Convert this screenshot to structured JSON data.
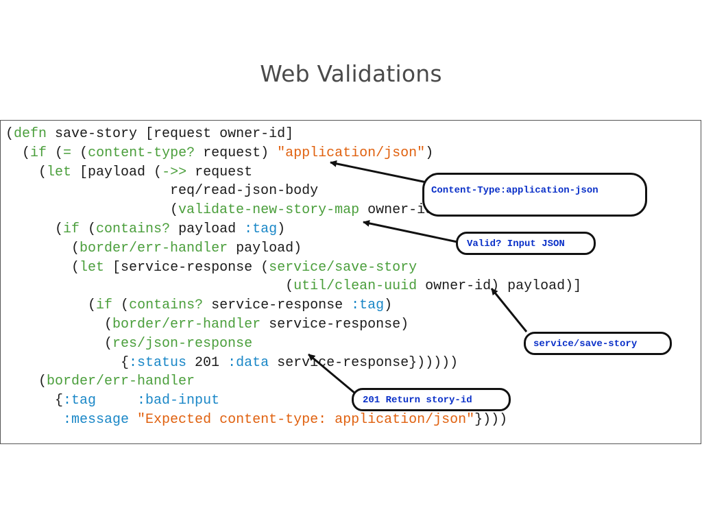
{
  "slide": {
    "title": "Web Validations"
  },
  "code": {
    "lines": [
      [
        {
          "t": "(",
          "k": "text"
        },
        {
          "t": "defn",
          "k": "fn"
        },
        {
          "t": " save-story [request owner-id]",
          "k": "text"
        }
      ],
      [
        {
          "t": "  (",
          "k": "text"
        },
        {
          "t": "if",
          "k": "fn"
        },
        {
          "t": " (",
          "k": "text"
        },
        {
          "t": "=",
          "k": "fn"
        },
        {
          "t": " (",
          "k": "text"
        },
        {
          "t": "content-type?",
          "k": "fn"
        },
        {
          "t": " request) ",
          "k": "text"
        },
        {
          "t": "\"application/json\"",
          "k": "str"
        },
        {
          "t": ")",
          "k": "text"
        }
      ],
      [
        {
          "t": "    (",
          "k": "text"
        },
        {
          "t": "let",
          "k": "fn"
        },
        {
          "t": " [payload (",
          "k": "text"
        },
        {
          "t": "->>",
          "k": "fn"
        },
        {
          "t": " request",
          "k": "text"
        }
      ],
      [
        {
          "t": "                    req/read-json-body",
          "k": "text"
        }
      ],
      [
        {
          "t": "                    (",
          "k": "text"
        },
        {
          "t": "validate-new-story-map",
          "k": "fn"
        },
        {
          "t": " owner-id))]",
          "k": "text"
        }
      ],
      [
        {
          "t": "      (",
          "k": "text"
        },
        {
          "t": "if",
          "k": "fn"
        },
        {
          "t": " (",
          "k": "text"
        },
        {
          "t": "contains?",
          "k": "fn"
        },
        {
          "t": " payload ",
          "k": "text"
        },
        {
          "t": ":tag",
          "k": "kw"
        },
        {
          "t": ")",
          "k": "text"
        }
      ],
      [
        {
          "t": "        (",
          "k": "text"
        },
        {
          "t": "border/err-handler",
          "k": "fn"
        },
        {
          "t": " payload)",
          "k": "text"
        }
      ],
      [
        {
          "t": "        (",
          "k": "text"
        },
        {
          "t": "let",
          "k": "fn"
        },
        {
          "t": " [service-response (",
          "k": "text"
        },
        {
          "t": "service/save-story",
          "k": "fn"
        }
      ],
      [
        {
          "t": "                                  (",
          "k": "text"
        },
        {
          "t": "util/clean-uuid",
          "k": "fn"
        },
        {
          "t": " owner-id) payload)]",
          "k": "text"
        }
      ],
      [
        {
          "t": "          (",
          "k": "text"
        },
        {
          "t": "if",
          "k": "fn"
        },
        {
          "t": " (",
          "k": "text"
        },
        {
          "t": "contains?",
          "k": "fn"
        },
        {
          "t": " service-response ",
          "k": "text"
        },
        {
          "t": ":tag",
          "k": "kw"
        },
        {
          "t": ")",
          "k": "text"
        }
      ],
      [
        {
          "t": "            (",
          "k": "text"
        },
        {
          "t": "border/err-handler",
          "k": "fn"
        },
        {
          "t": " service-response)",
          "k": "text"
        }
      ],
      [
        {
          "t": "            (",
          "k": "text"
        },
        {
          "t": "res/json-response",
          "k": "fn"
        }
      ],
      [
        {
          "t": "              {",
          "k": "text"
        },
        {
          "t": ":status",
          "k": "kw"
        },
        {
          "t": " 201 ",
          "k": "text"
        },
        {
          "t": ":data",
          "k": "kw"
        },
        {
          "t": " service-response})))))",
          "k": "text"
        }
      ],
      [
        {
          "t": "    (",
          "k": "text"
        },
        {
          "t": "border/err-handler",
          "k": "fn"
        }
      ],
      [
        {
          "t": "      {",
          "k": "text"
        },
        {
          "t": ":tag",
          "k": "kw"
        },
        {
          "t": "     ",
          "k": "text"
        },
        {
          "t": ":bad-input",
          "k": "kw"
        }
      ],
      [
        {
          "t": "       ",
          "k": "text"
        },
        {
          "t": ":message",
          "k": "kw"
        },
        {
          "t": " ",
          "k": "text"
        },
        {
          "t": "\"Expected content-type: application/json\"",
          "k": "str"
        },
        {
          "t": "})))",
          "k": "text"
        }
      ]
    ]
  },
  "callouts": {
    "content_type": "Content-Type:application-json",
    "valid_input": "Valid? Input JSON",
    "save_story": "service/save-story",
    "return_id": "201 Return story-id"
  },
  "colors": {
    "text": "#1a1a1a",
    "function": "#4a9e3b",
    "keyword": "#1a87c7",
    "string": "#e0610f",
    "callout_text": "#0a30c8",
    "title": "#4a4a4a"
  }
}
